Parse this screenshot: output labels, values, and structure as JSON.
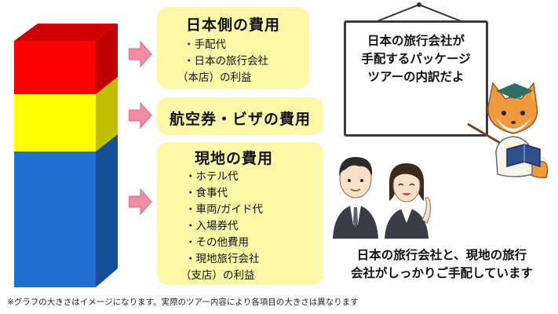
{
  "stack": {
    "segments": [
      {
        "label": "日本側の費用",
        "color_front": "#ff0000",
        "color_side": "#c00000"
      },
      {
        "label": "航空券・ビザの費用",
        "color_front": "#ffff00",
        "color_side": "#bfbf00"
      },
      {
        "label": "現地の費用",
        "color_front": "#1f6fd1",
        "color_side": "#174f96"
      }
    ],
    "colors": {
      "top": "#d10000"
    }
  },
  "japan_box": {
    "title": "日本側の費用",
    "items": [
      "・手配代",
      "・日本の旅行会社",
      "（本店）の利益"
    ]
  },
  "air_box": {
    "title": "航空券・ビザの費用"
  },
  "local_box": {
    "title": "現地の費用",
    "items": [
      "・ホテル代",
      "・食事代",
      "・車両/ガイド代",
      "・入場券代",
      "・その他費用",
      "・現地旅行会社",
      "（支店）の利益"
    ]
  },
  "speech": {
    "lines": [
      "日本の旅行会社が",
      "手配するパッケージ",
      "ツアーの内訳だよ"
    ]
  },
  "bottom_text": {
    "lines": [
      "日本の旅行会社と、現地の旅行",
      "会社がしっかりご手配しています"
    ]
  },
  "footnote": "※グラフの大きさはイメージになります。実際のツアー内容により各項目の大きさは異なります",
  "icons": [
    "right-arrow-icon",
    "fox-teacher-icon",
    "businessman-icon",
    "businesswoman-icon"
  ],
  "colors": {
    "box_fill": "#fdf7a8",
    "arrow": "#f28ca0"
  }
}
